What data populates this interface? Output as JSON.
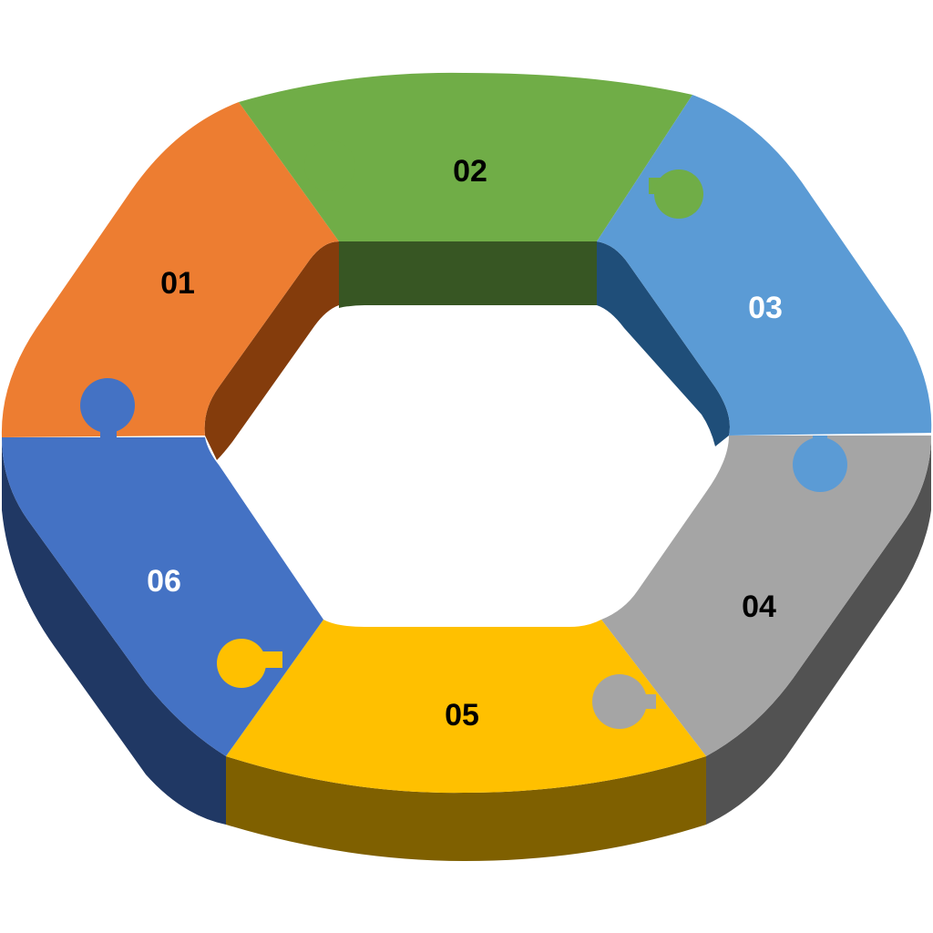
{
  "diagram": {
    "type": "hexagonal-puzzle-cycle",
    "segments": [
      {
        "label": "01",
        "color": "#ED7D31",
        "side_color": "#843C0C",
        "text_color": "#000000"
      },
      {
        "label": "02",
        "color": "#70AD47",
        "side_color": "#375623",
        "text_color": "#000000"
      },
      {
        "label": "03",
        "color": "#5B9BD5",
        "side_color": "#1F4E79",
        "text_color": "#FFFFFF"
      },
      {
        "label": "04",
        "color": "#A5A5A5",
        "side_color": "#525252",
        "text_color": "#000000"
      },
      {
        "label": "05",
        "color": "#FFC000",
        "side_color": "#7F6000",
        "text_color": "#000000"
      },
      {
        "label": "06",
        "color": "#4472C4",
        "side_color": "#203864",
        "text_color": "#FFFFFF"
      }
    ]
  }
}
